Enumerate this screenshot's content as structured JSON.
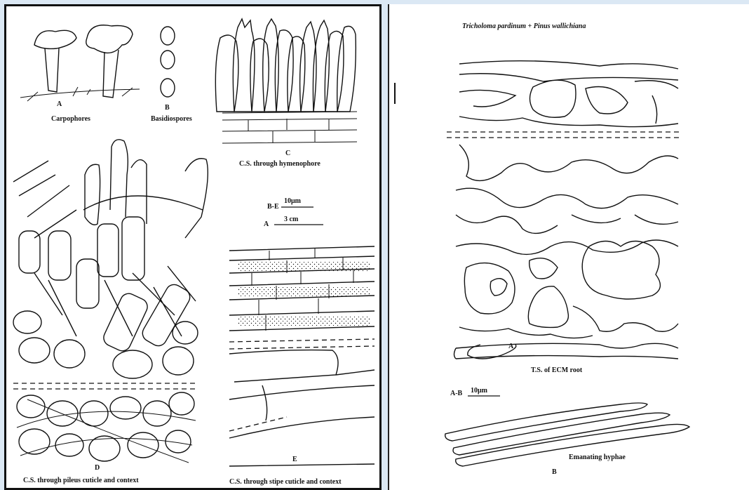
{
  "left_figure": {
    "carpophores": {
      "letter": "A",
      "caption": "Carpophores"
    },
    "basidiospores": {
      "letter": "B",
      "caption": "Basidiospores"
    },
    "hymenophore": {
      "letter": "C",
      "caption": "C.S. through hymenophore"
    },
    "pileus": {
      "letter": "D",
      "caption": "C.S. through pileus cuticle and context"
    },
    "stipe": {
      "letter": "E",
      "caption": "C.S. through stipe cuticle and context"
    },
    "scale_be": {
      "label": "B-E",
      "value": "10μm"
    },
    "scale_a": {
      "label": "A",
      "value": "3 cm"
    }
  },
  "right_figure": {
    "title": "Tricholoma pardinum + Pinus wallichiana",
    "ecm": {
      "letter": "A",
      "caption": "T.S. of ECM root"
    },
    "scale": {
      "label": "A-B",
      "value": "10μm"
    },
    "hyphae": {
      "letter": "B",
      "caption": "Emanating hyphae"
    }
  },
  "colors": {
    "background": "#dbe8f4",
    "ink": "#111111",
    "paper": "#ffffff"
  }
}
